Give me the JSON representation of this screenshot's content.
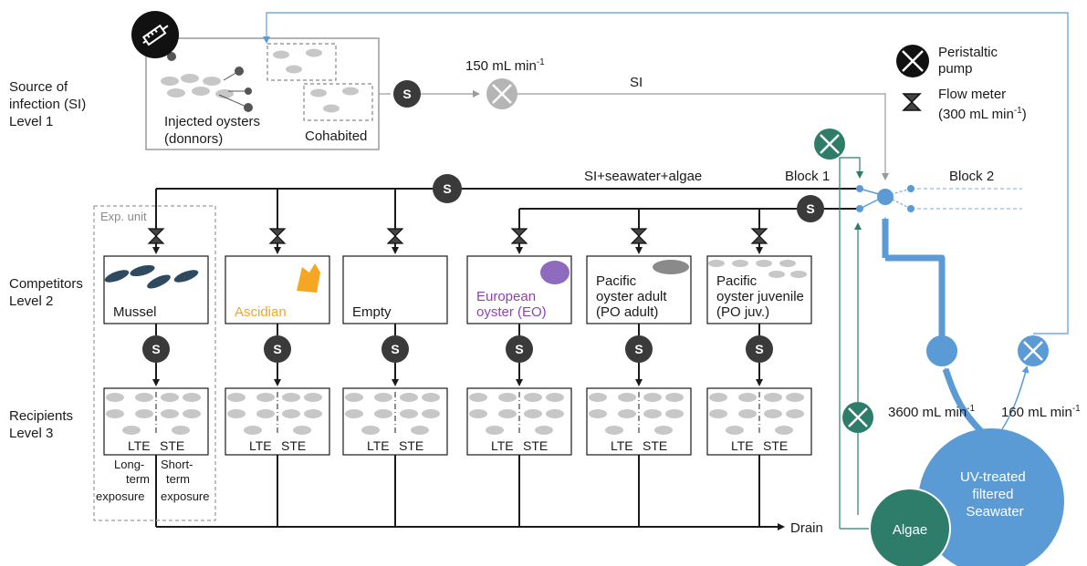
{
  "colors": {
    "line_dark": "#1a1a1a",
    "sample_dark": "#3a3a3a",
    "pump_grey": "#b5b5b5",
    "blue": "#5b9bd5",
    "blue_light": "#8fbbe3",
    "teal": "#2e7d6b",
    "ascidian_orange": "#f5a623",
    "eo_purple": "#8e44ad",
    "box_grey": "#9a9a9a",
    "oyster_grey": "#c7c7c7"
  },
  "icons": {
    "pump": "x-in-circle-icon",
    "flow_meter": "hourglass-icon",
    "syringe": "syringe-icon",
    "sample_point": "s-circle-icon"
  },
  "level1": {
    "row_label": [
      "Source of",
      "infection (SI)",
      "Level 1"
    ],
    "donors_label": [
      "Injected oysters",
      "(donnors)"
    ],
    "cohabited_label": "Cohabited",
    "flow_label": "150 mL min",
    "flow_sup": "-1",
    "si_label": "SI"
  },
  "legend": {
    "pump": [
      "Peristaltic",
      "pump"
    ],
    "flowmeter": [
      "Flow meter",
      "(300 mL min",
      "-1",
      ")"
    ]
  },
  "mix_label": "SI+seawater+algae",
  "block1": "Block 1",
  "block2": "Block 2",
  "sample_letter": "S",
  "level2": {
    "row_label": [
      "Competitors",
      "Level 2"
    ],
    "exp_unit": "Exp. unit",
    "tanks": [
      {
        "label": [
          "Mussel"
        ]
      },
      {
        "label": [
          "Ascidian"
        ]
      },
      {
        "label": [
          "Empty"
        ]
      },
      {
        "label": [
          "European",
          "oyster (EO)"
        ]
      },
      {
        "label": [
          "Pacific",
          "oyster adult",
          "(PO adult)"
        ]
      },
      {
        "label": [
          "Pacific",
          "oyster juvenile",
          "(PO juv.)"
        ]
      }
    ]
  },
  "level3": {
    "row_label": [
      "Recipients",
      "Level 3"
    ],
    "lte": "LTE",
    "ste": "STE",
    "long_term": [
      "Long-",
      "term",
      "exposure"
    ],
    "short_term": [
      "Short-",
      "term",
      "exposure"
    ]
  },
  "drain": "Drain",
  "flow_3600": "3600 mL min",
  "flow_160": "160 mL min",
  "flow_sup": "-1",
  "seawater": [
    "UV-treated",
    "filtered",
    "Seawater"
  ],
  "algae": "Algae"
}
